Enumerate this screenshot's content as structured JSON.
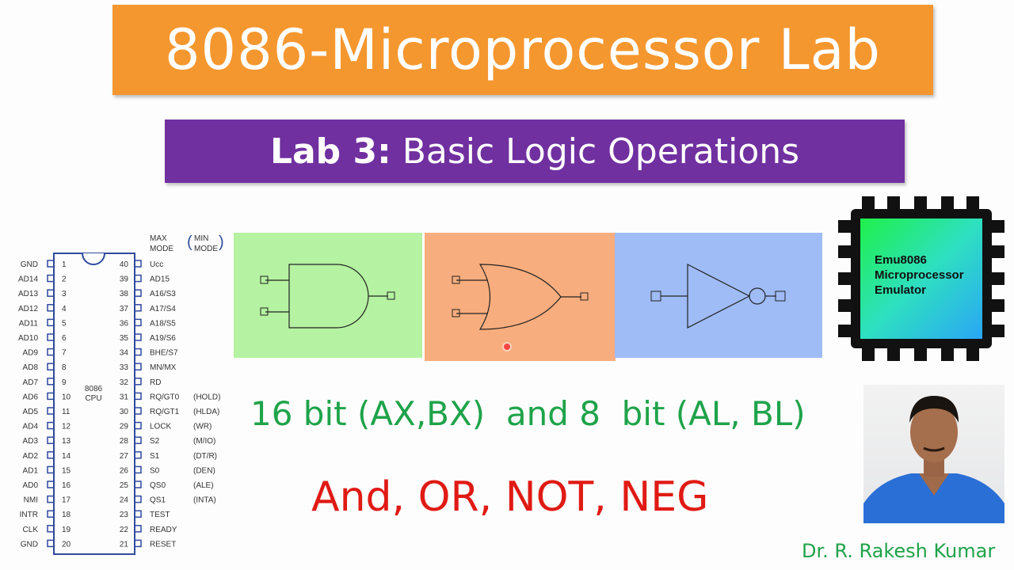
{
  "title": "8086-Microprocessor Lab",
  "subtitle": {
    "bold": "Lab 3:",
    "rest": "Basic Logic Operations"
  },
  "line_registers": "16 bit (AX,BX)  and 8  bit (AL, BL)",
  "line_ops": "And, OR, NOT, NEG",
  "chip": {
    "line1": "Emu8086",
    "line2": "Microprocessor",
    "line3": "Emulator"
  },
  "author": "Dr. R. Rakesh Kumar",
  "pinout": {
    "center_label": "8086",
    "center_label2": "CPU",
    "header_max": "MAX",
    "header_mode": "MODE",
    "header_min": "MIN",
    "header_mode2": "MODE",
    "left": [
      {
        "name": "GND",
        "num": "1"
      },
      {
        "name": "AD14",
        "num": "2"
      },
      {
        "name": "AD13",
        "num": "3"
      },
      {
        "name": "AD12",
        "num": "4"
      },
      {
        "name": "AD11",
        "num": "5"
      },
      {
        "name": "AD10",
        "num": "6"
      },
      {
        "name": "AD9",
        "num": "7"
      },
      {
        "name": "AD8",
        "num": "8"
      },
      {
        "name": "AD7",
        "num": "9"
      },
      {
        "name": "AD6",
        "num": "10"
      },
      {
        "name": "AD5",
        "num": "11"
      },
      {
        "name": "AD4",
        "num": "12"
      },
      {
        "name": "AD3",
        "num": "13"
      },
      {
        "name": "AD2",
        "num": "14"
      },
      {
        "name": "AD1",
        "num": "15"
      },
      {
        "name": "AD0",
        "num": "16"
      },
      {
        "name": "NMI",
        "num": "17"
      },
      {
        "name": "INTR",
        "num": "18"
      },
      {
        "name": "CLK",
        "num": "19"
      },
      {
        "name": "GND",
        "num": "20"
      }
    ],
    "right": [
      {
        "num": "40",
        "name": "Ucc",
        "alt": ""
      },
      {
        "num": "39",
        "name": "AD15",
        "alt": ""
      },
      {
        "num": "38",
        "name": "A16/S3",
        "alt": ""
      },
      {
        "num": "37",
        "name": "A17/S4",
        "alt": ""
      },
      {
        "num": "36",
        "name": "A18/S5",
        "alt": ""
      },
      {
        "num": "35",
        "name": "A19/S6",
        "alt": ""
      },
      {
        "num": "34",
        "name": "BHE/S7",
        "alt": ""
      },
      {
        "num": "33",
        "name": "MN/MX",
        "alt": ""
      },
      {
        "num": "32",
        "name": "RD",
        "alt": ""
      },
      {
        "num": "31",
        "name": "RQ/GT0",
        "alt": "(HOLD)"
      },
      {
        "num": "30",
        "name": "RQ/GT1",
        "alt": "(HLDA)"
      },
      {
        "num": "29",
        "name": "LOCK",
        "alt": "(WR)"
      },
      {
        "num": "28",
        "name": "S2",
        "alt": "(M/IO)"
      },
      {
        "num": "27",
        "name": "S1",
        "alt": "(DT/R)"
      },
      {
        "num": "26",
        "name": "S0",
        "alt": "(DEN)"
      },
      {
        "num": "25",
        "name": "QS0",
        "alt": "(ALE)"
      },
      {
        "num": "24",
        "name": "QS1",
        "alt": "(INTA)"
      },
      {
        "num": "23",
        "name": "TEST",
        "alt": ""
      },
      {
        "num": "22",
        "name": "READY",
        "alt": ""
      },
      {
        "num": "21",
        "name": "RESET",
        "alt": ""
      }
    ]
  },
  "colors": {
    "title_bg": "#f5972f",
    "subtitle_bg": "#7030a0",
    "and_bg": "#b5f2a1",
    "or_bg": "#f8ad7e",
    "not_bg": "#9fbcf7",
    "green_text": "#1fa34a",
    "red_text": "#e01a14"
  }
}
